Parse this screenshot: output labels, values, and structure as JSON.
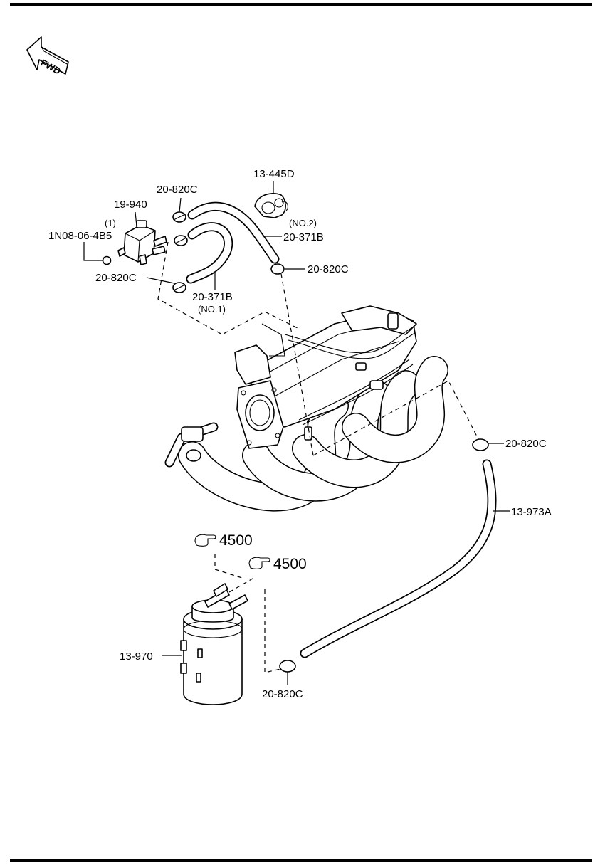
{
  "fwd_label": "FWD",
  "callouts": {
    "pipe_13_445D": "13-445D",
    "clamp_top_left": "20-820C",
    "solenoid_19_940": "19-940",
    "qty_1": "(1)",
    "nut_1N08": "1N08-06-4B5",
    "no2": "(NO.2)",
    "hose_20_371B_no2": "20-371B",
    "clamp_right_top": "20-820C",
    "clamp_left_mid": "20-820C",
    "hose_20_371B_no1": "20-371B",
    "no1": "(NO.1)",
    "clamp_right_mid": "20-820C",
    "hose_13_973A": "13-973A",
    "ref_4500_a": "4500",
    "ref_4500_b": "4500",
    "canister_13_970": "13-970",
    "clamp_bottom": "20-820C"
  },
  "icons": {
    "fwd_arrow": "fwd-arrow-icon",
    "ref_hand": "pointing-hand-icon"
  }
}
